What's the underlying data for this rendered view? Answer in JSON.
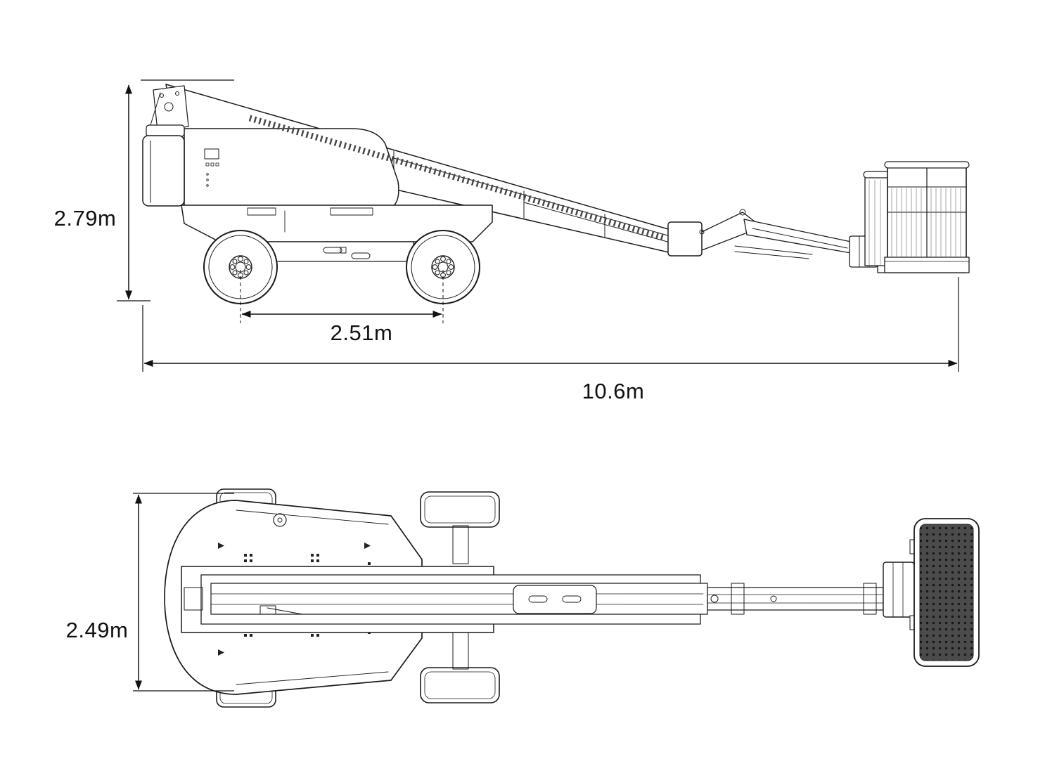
{
  "page": {
    "background": "#ffffff",
    "line_color": "#1a1a1a",
    "dim_color": "#111111"
  },
  "diagram": {
    "name": "telescopic-boom-lift-dimensional-drawing",
    "dimensions": {
      "overall_height": "2.79m",
      "wheelbase": "2.51m",
      "overall_length": "10.6m",
      "overall_width": "2.49m"
    }
  }
}
